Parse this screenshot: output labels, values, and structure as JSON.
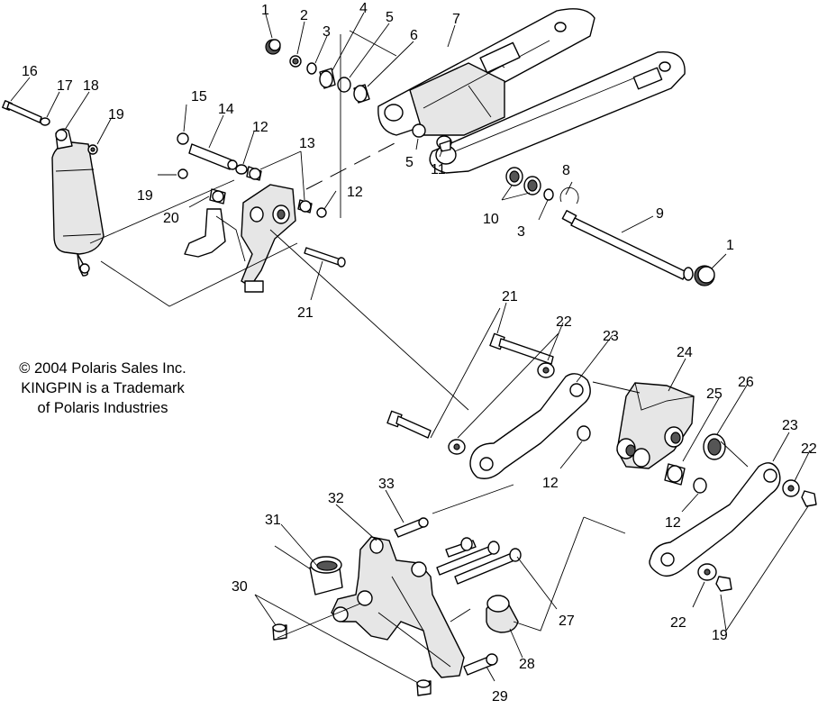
{
  "copyright": {
    "line1": "© 2004 Polaris Sales Inc.",
    "line2": "KINGPIN is a Trademark",
    "line3": "of Polaris Industries"
  },
  "callouts": {
    "c1a": "1",
    "c1b": "1",
    "c2": "2",
    "c3a": "3",
    "c3b": "3",
    "c4": "4",
    "c5a": "5",
    "c5b": "5",
    "c6": "6",
    "c7": "7",
    "c8": "8",
    "c9": "9",
    "c10": "10",
    "c11": "11",
    "c12a": "12",
    "c12b": "12",
    "c12c": "12",
    "c12d": "12",
    "c13": "13",
    "c14": "14",
    "c15": "15",
    "c16": "16",
    "c17": "17",
    "c18": "18",
    "c19a": "19",
    "c19b": "19",
    "c19c": "19",
    "c20": "20",
    "c21a": "21",
    "c21b": "21",
    "c22a": "22",
    "c22b": "22",
    "c22c": "22",
    "c23a": "23",
    "c23b": "23",
    "c24": "24",
    "c25": "25",
    "c26": "26",
    "c27": "27",
    "c28": "28",
    "c29": "29",
    "c30": "30",
    "c31": "31",
    "c32": "32",
    "c33": "33"
  }
}
